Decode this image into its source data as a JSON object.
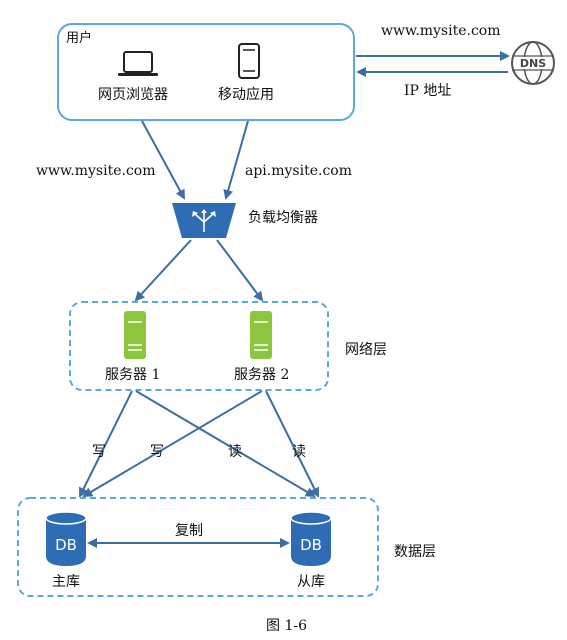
{
  "user_group": {
    "title": "用户",
    "browser_label": "网页浏览器",
    "mobile_label": "移动应用"
  },
  "dns": {
    "request_label": "www.mysite.com",
    "response_label": "IP 地址",
    "icon_text": "DNS"
  },
  "load_balancer": {
    "label": "负载均衡器",
    "left_domain": "www.mysite.com",
    "right_domain": "api.mysite.com"
  },
  "web_tier": {
    "label": "网络层",
    "server1": "服务器 1",
    "server2": "服务器 2"
  },
  "edges": {
    "write1": "写",
    "write2": "写",
    "read1": "读",
    "read2": "读"
  },
  "data_tier": {
    "label": "数据层",
    "master": "主库",
    "slave": "从库",
    "replicate": "复制",
    "db_icon_text": "DB"
  },
  "caption": "图 1-6",
  "colors": {
    "arrow": "#3c6ea6",
    "box_border": "#5aaad9",
    "server": "#8cc63f",
    "db": "#2e6db4",
    "lb": "#2e6db4"
  }
}
